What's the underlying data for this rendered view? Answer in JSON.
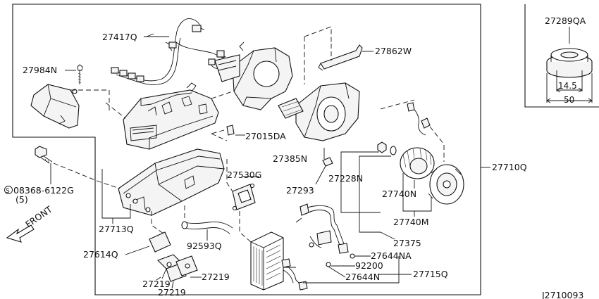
{
  "diagram_id": "J2710093",
  "callouts": {
    "p27417Q": "27417Q",
    "p27984N": "27984N",
    "p27862W": "27862W",
    "p27015DA": "27015DA",
    "p27385N": "27385N",
    "p27530G": "27530G",
    "p27228N": "27228N",
    "p27293": "27293",
    "p27710Q": "27710Q",
    "p27740N": "27740N",
    "p27740M": "27740M",
    "p27375": "27375",
    "p27644NA": "27644NA",
    "p92200": "92200",
    "p27715Q": "27715Q",
    "p27644N": "27644N",
    "p08368": "08368-6122G",
    "p08368_qty": "(5)",
    "p08368_prefix": "S",
    "p27713Q": "27713Q",
    "p27614Q": "27614Q",
    "p92593Q": "92593Q",
    "p27219a": "27219",
    "p27219b": "27219",
    "p27219c": "27219",
    "front": "FRONT"
  },
  "inset": {
    "part": "27289QA",
    "dim_inner": "14.5",
    "dim_outer": "50"
  }
}
